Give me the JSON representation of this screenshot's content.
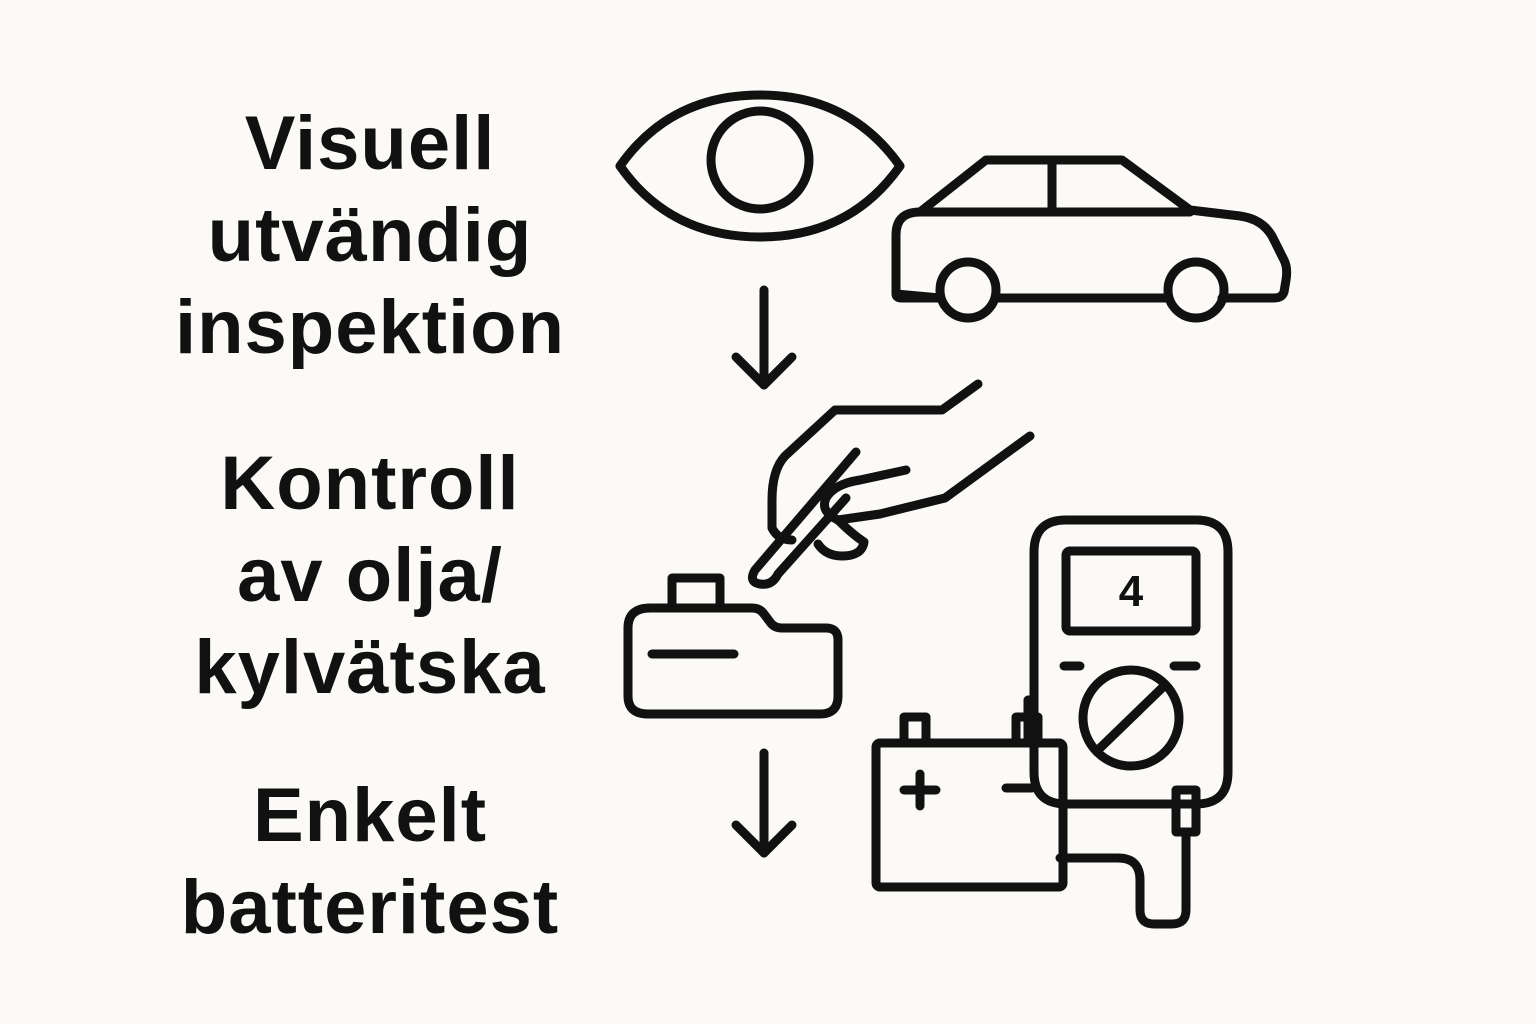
{
  "steps": [
    {
      "lines": [
        "Visuell",
        "utvändig",
        "inspektion"
      ],
      "icons": [
        "eye-icon",
        "car-icon"
      ]
    },
    {
      "lines": [
        "Kontroll",
        "av olja/",
        "kylvätska"
      ],
      "icons": [
        "hand-dipstick-icon",
        "fluid-reservoir-icon"
      ]
    },
    {
      "lines": [
        "Enkelt",
        "batteritest"
      ],
      "icons": [
        "battery-icon",
        "multimeter-icon"
      ]
    }
  ],
  "battery": {
    "plus_label": "+",
    "minus_label": "−"
  },
  "multimeter": {
    "display_value": "4"
  },
  "colors": {
    "ink": "#111111",
    "background": "#fbfaf7"
  }
}
